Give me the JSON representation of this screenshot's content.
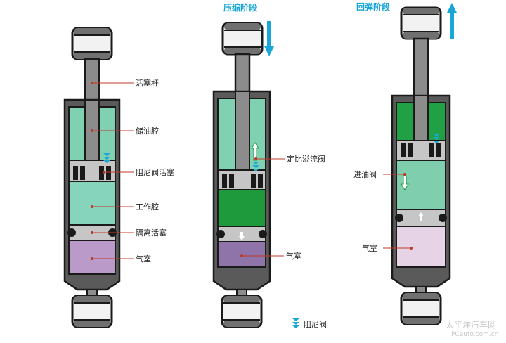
{
  "colors": {
    "outline": "#1a1a1a",
    "housing": "#5a5a5a",
    "rod": "#8c8c8c",
    "separator_piston": "#c6c6c6",
    "oil_reservoir": "#7fd1b2",
    "working_chamber": "#86d4bc",
    "compressed_oil": "#1e9a3c",
    "rebound_reservoir": "#22a046",
    "rebound_working": "#7fcfae",
    "gas_normal": "#b99ac9",
    "gas_compressed": "#8e74a8",
    "gas_expanded": "#e6d3e6",
    "mount_bush": "#f2f2f2",
    "arrow": "#1aa7d8"
  },
  "phases": {
    "compression": "压缩阶段",
    "rebound": "回弹阶段"
  },
  "labels": {
    "piston_rod": "活塞杆",
    "oil_reservoir": "储油腔",
    "damping_piston": "阻尼阀活塞",
    "working_chamber": "工作腔",
    "separator_piston": "隔离活塞",
    "gas_chamber_1": "气室",
    "relief_valve": "定比溢流阀",
    "gas_chamber_2": "气室",
    "intake_valve": "进油阀",
    "gas_chamber_3": "气室",
    "legend_damping_valve": "阻尼阀"
  },
  "watermark": {
    "brand": "太平洋汽车网",
    "url": "PCauto.com.cn"
  },
  "icons": [
    "down-arrow-icon",
    "up-arrow-icon",
    "damping-valve-icon",
    "flow-arrow-icon"
  ]
}
